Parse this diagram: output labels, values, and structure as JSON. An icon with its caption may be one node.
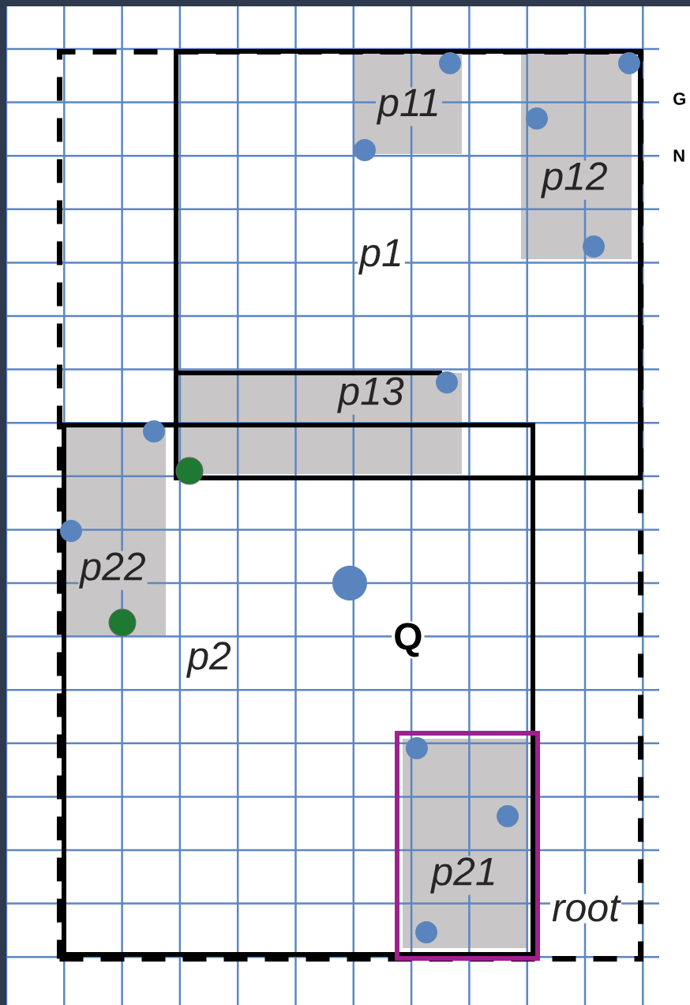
{
  "diagram": {
    "nodes": [
      {
        "text": [
          "root"
        ]
      },
      {
        "text": [
          "p1"
        ],
        "in": 0
      },
      {
        "text": [
          "p11"
        ],
        "in": 1
      },
      {
        "text": [
          "p12"
        ],
        "in": 1
      },
      {
        "text": [
          "p13"
        ],
        "in": 1
      },
      {
        "text": [
          "p2"
        ],
        "in": 0
      },
      {
        "text": [
          "p22"
        ],
        "in": 5
      },
      {
        "text": [
          "p21"
        ],
        "in": 5
      }
    ],
    "labels": [
      "G",
      "N",
      "Q"
    ]
  }
}
